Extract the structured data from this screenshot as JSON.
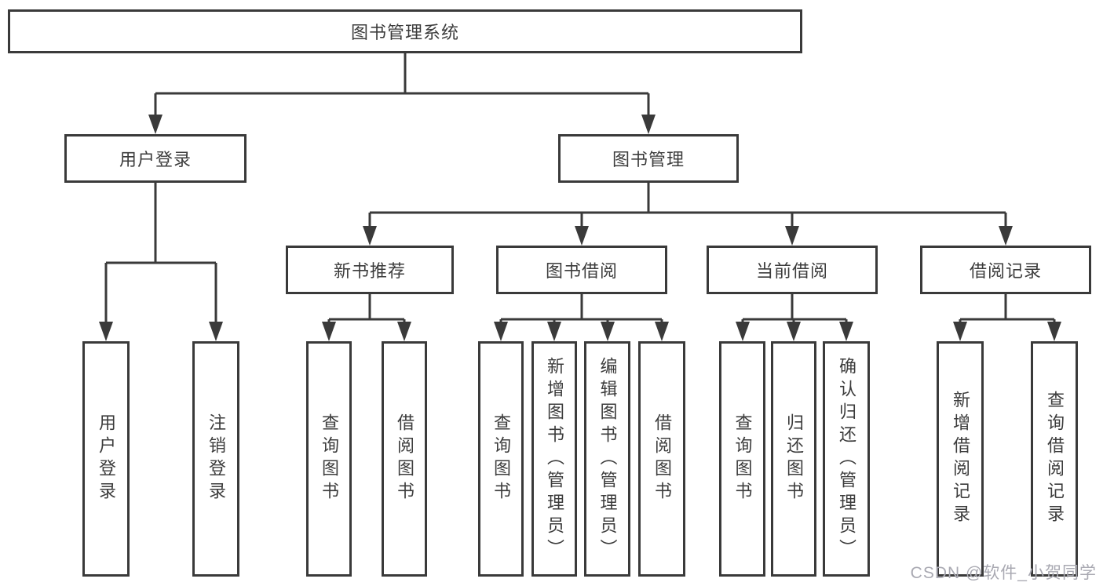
{
  "title": "图书管理系统",
  "watermark": "CSDN @软件_小贺同学",
  "colors": {
    "line": "#3a3a3a",
    "border": "#3a3a3a",
    "text": "#3c3c3c",
    "box_background": "#ffffff",
    "watermark": "#a9a9b2",
    "background": "#ffffff"
  },
  "tree": {
    "root": "图书管理系统",
    "branches": [
      {
        "label": "用户登录",
        "leaves": [
          "用户登录",
          "注销登录"
        ]
      },
      {
        "label": "图书管理",
        "groups": [
          {
            "label": "新书推荐",
            "leaves": [
              "查询图书",
              "借阅图书"
            ]
          },
          {
            "label": "图书借阅",
            "leaves": [
              "查询图书",
              "新增图书（管理员）",
              "编辑图书（管理员）",
              "借阅图书"
            ]
          },
          {
            "label": "当前借阅",
            "leaves": [
              "查询图书",
              "归还图书",
              "确认归还（管理员）"
            ]
          },
          {
            "label": "借阅记录",
            "leaves": [
              "新增借阅记录",
              "查询借阅记录"
            ]
          }
        ]
      }
    ]
  }
}
